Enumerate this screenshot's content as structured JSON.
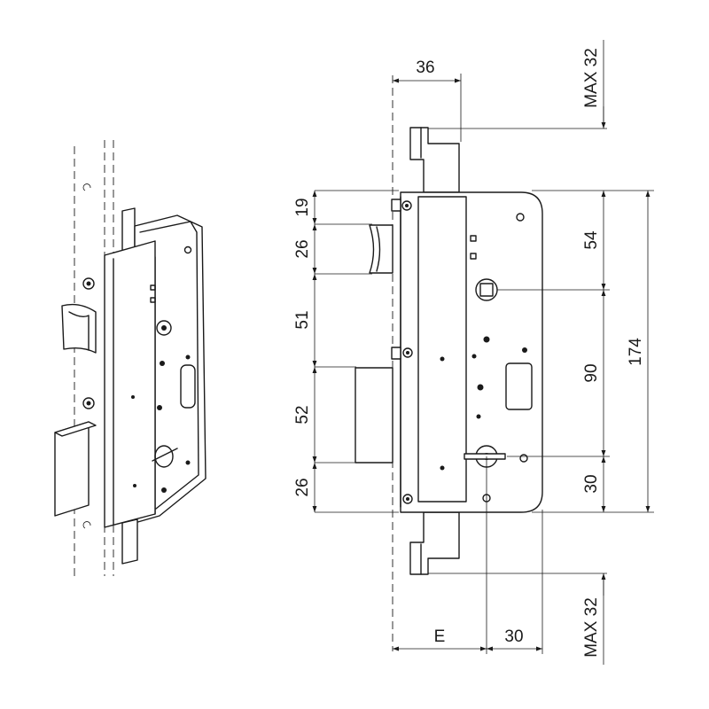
{
  "dimensions": {
    "top_width": "36",
    "top_travel": "MAX 32",
    "bottom_travel": "MAX 32",
    "backset": "E",
    "bottom_width": "30",
    "left_19": "19",
    "left_26_upper": "26",
    "left_51": "51",
    "left_52": "52",
    "left_26_lower": "26",
    "right_54": "54",
    "right_90": "90",
    "right_30": "30",
    "overall_height": "174"
  }
}
